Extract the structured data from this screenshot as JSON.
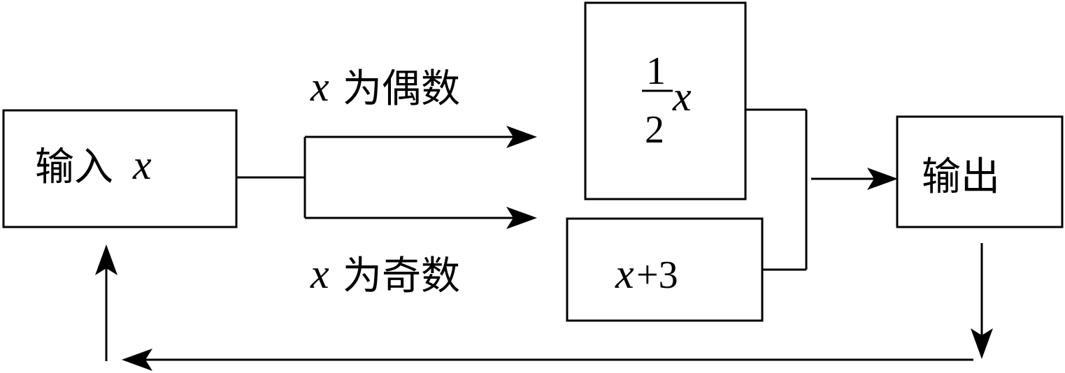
{
  "input_box": {
    "label": "输入",
    "var": "x"
  },
  "even_branch": {
    "var": "x",
    "condition": "为偶数"
  },
  "odd_branch": {
    "var": "x",
    "condition": "为奇数"
  },
  "half_box": {
    "numerator": "1",
    "denominator": "2",
    "var": "x"
  },
  "plus3_box": {
    "var": "x",
    "rest": "+3"
  },
  "output_box": {
    "label": "输出"
  }
}
